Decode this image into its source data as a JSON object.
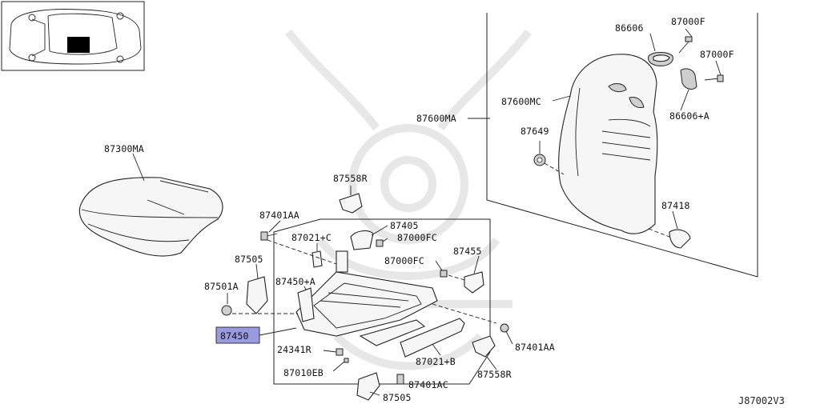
{
  "diagram_code": "J87002V3",
  "highlight_color": "#9a9ae0",
  "highlighted_part": "87450",
  "labels": {
    "l87300MA": "87300MA",
    "l87558R_top": "87558R",
    "l87401AA_top": "87401AA",
    "l87405": "87405",
    "l87021C": "87021+C",
    "l87000FC_a": "87000FC",
    "l87000FC_b": "87000FC",
    "l87505_top": "87505",
    "l87455": "87455",
    "l87450A": "87450+A",
    "l87501A": "87501A",
    "l87450": "87450",
    "l24341R": "24341R",
    "l87010EB": "87010EB",
    "l87021B": "87021+B",
    "l87401AC": "87401AC",
    "l87505_bot": "87505",
    "l87401AA_right": "87401AA",
    "l87558R_bot": "87558R",
    "l86606": "86606",
    "l87000F_a": "87000F",
    "l87000F_b": "87000F",
    "l87600MC": "87600MC",
    "l87600MA": "87600MA",
    "l86606A": "86606+A",
    "l87649": "87649",
    "l87418": "87418"
  }
}
